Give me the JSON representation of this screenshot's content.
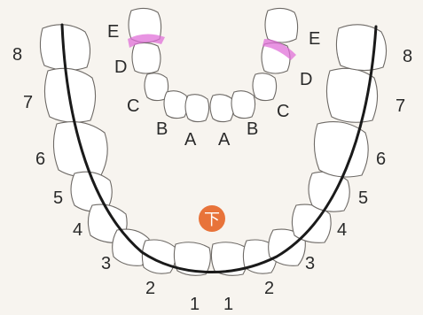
{
  "primary_teeth": {
    "left": [
      "E",
      "D",
      "C",
      "B",
      "A"
    ],
    "right": [
      "A",
      "B",
      "C",
      "D",
      "E"
    ]
  },
  "permanent_teeth": {
    "left": [
      "8",
      "7",
      "6",
      "5",
      "4",
      "3",
      "2",
      "1"
    ],
    "right": [
      "1",
      "2",
      "3",
      "4",
      "5",
      "6",
      "7",
      "8"
    ]
  },
  "jaw_badge": "下",
  "colors": {
    "badge": "#e8733a",
    "marker": "#e070d8",
    "arch_line": "#1a1a1a"
  }
}
